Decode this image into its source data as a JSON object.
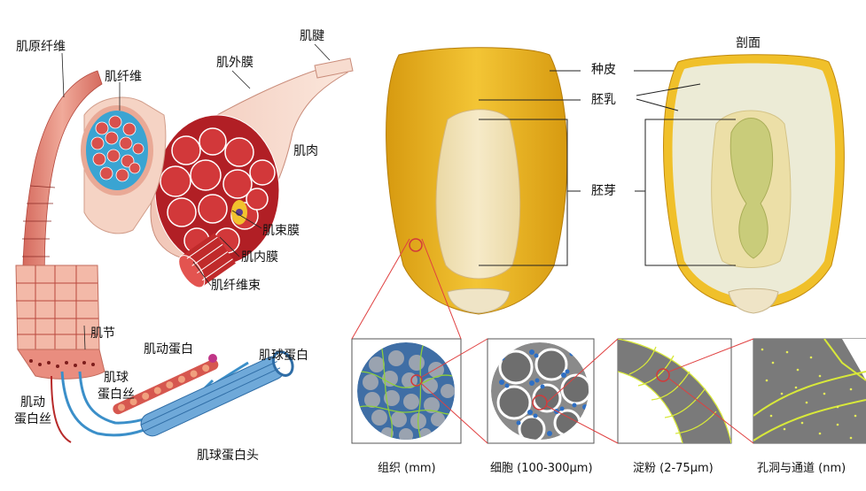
{
  "muscle": {
    "myofibril": "肌原纤维",
    "muscle_fiber": "肌纤维",
    "epimysium": "肌外膜",
    "tendon": "肌腱",
    "muscle": "肌肉",
    "perimysium": "肌束膜",
    "endomysium": "肌内膜",
    "fascicle": "肌纤维束",
    "sarcomere": "肌节",
    "actin_label": "肌动蛋白",
    "myosin_label": "肌球蛋白",
    "actin_filament": "肌动\n蛋白丝",
    "myosin_filament": "肌球\n蛋白丝",
    "myosin_head": "肌球蛋白头"
  },
  "corn": {
    "section": "剖面",
    "pericarp": "种皮",
    "endosperm": "胚乳",
    "germ": "胚芽"
  },
  "scales": [
    {
      "label": "组织 (mm)"
    },
    {
      "label": "细胞 (100-300μm)"
    },
    {
      "label": "淀粉 (2-75μm)"
    },
    {
      "label": "孔洞与通道 (nm)"
    }
  ],
  "colors": {
    "muscle_red": "#c8282c",
    "muscle_pink": "#eeb3a2",
    "fiber_blue": "#2f8fcb",
    "kernel_gold": "#e6b419",
    "germ_green": "#c5c86a",
    "starch_gray": "#7e7e7e",
    "channel_yellow": "#d8e83a",
    "leader_line": "#e04040"
  }
}
